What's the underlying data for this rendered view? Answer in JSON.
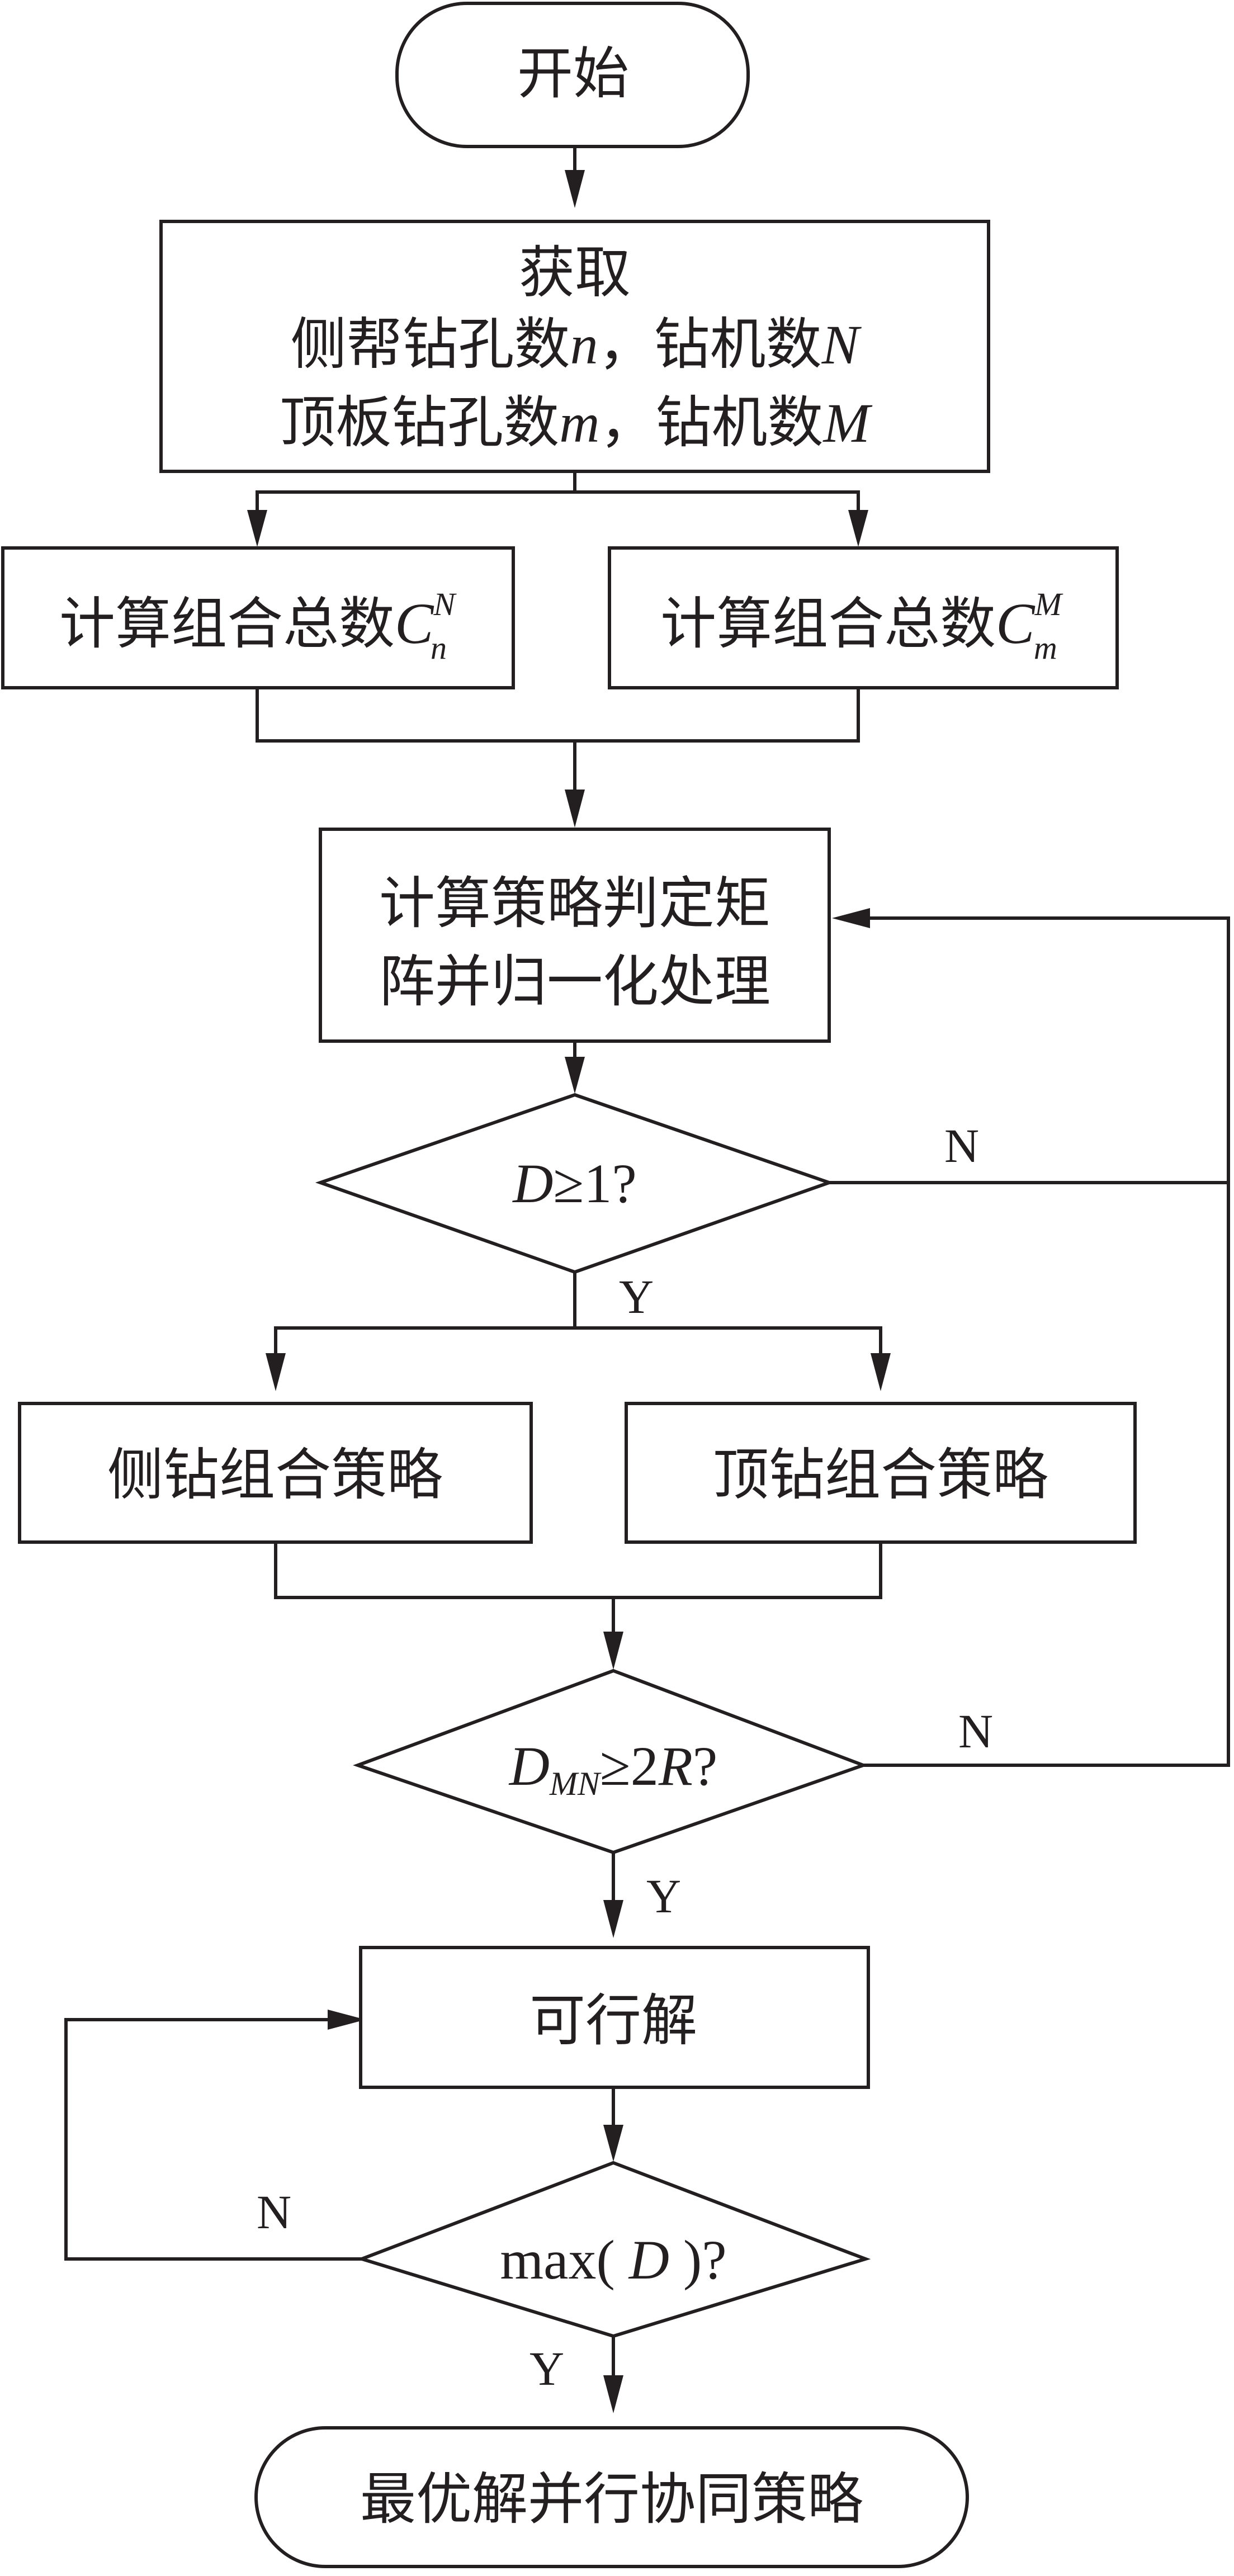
{
  "start": "开始",
  "acquire": {
    "title": "获取",
    "side_label": "侧帮钻孔数",
    "side_var": "n",
    "comma": "，",
    "side_rigs_label": "钻机数",
    "side_rigs_var": "N",
    "top_label": "顶板钻孔数",
    "top_var": "m",
    "top_rigs_label": "钻机数",
    "top_rigs_var": "M"
  },
  "combo_side": {
    "label": "计算组合总数",
    "base": "C",
    "sup": "N",
    "sub": "n"
  },
  "combo_top": {
    "label": "计算组合总数",
    "base": "C",
    "sup": "M",
    "sub": "m"
  },
  "matrix": {
    "line1": "计算策略判定矩",
    "line2": "阵并归一化处理"
  },
  "decision1": {
    "var": "D",
    "rel": "≥1?"
  },
  "side_strategy": "侧钻组合策略",
  "top_strategy": "顶钻组合策略",
  "decision2": {
    "var": "D",
    "sub": "MN",
    "rel": "≥2",
    "var2": "R",
    "q": "?"
  },
  "feasible": "可行解",
  "decision3": {
    "pre": "max( ",
    "var": "D",
    "post": " )?"
  },
  "end": "最优解并行协同策略",
  "labels": {
    "yes": "Y",
    "no": "N"
  }
}
